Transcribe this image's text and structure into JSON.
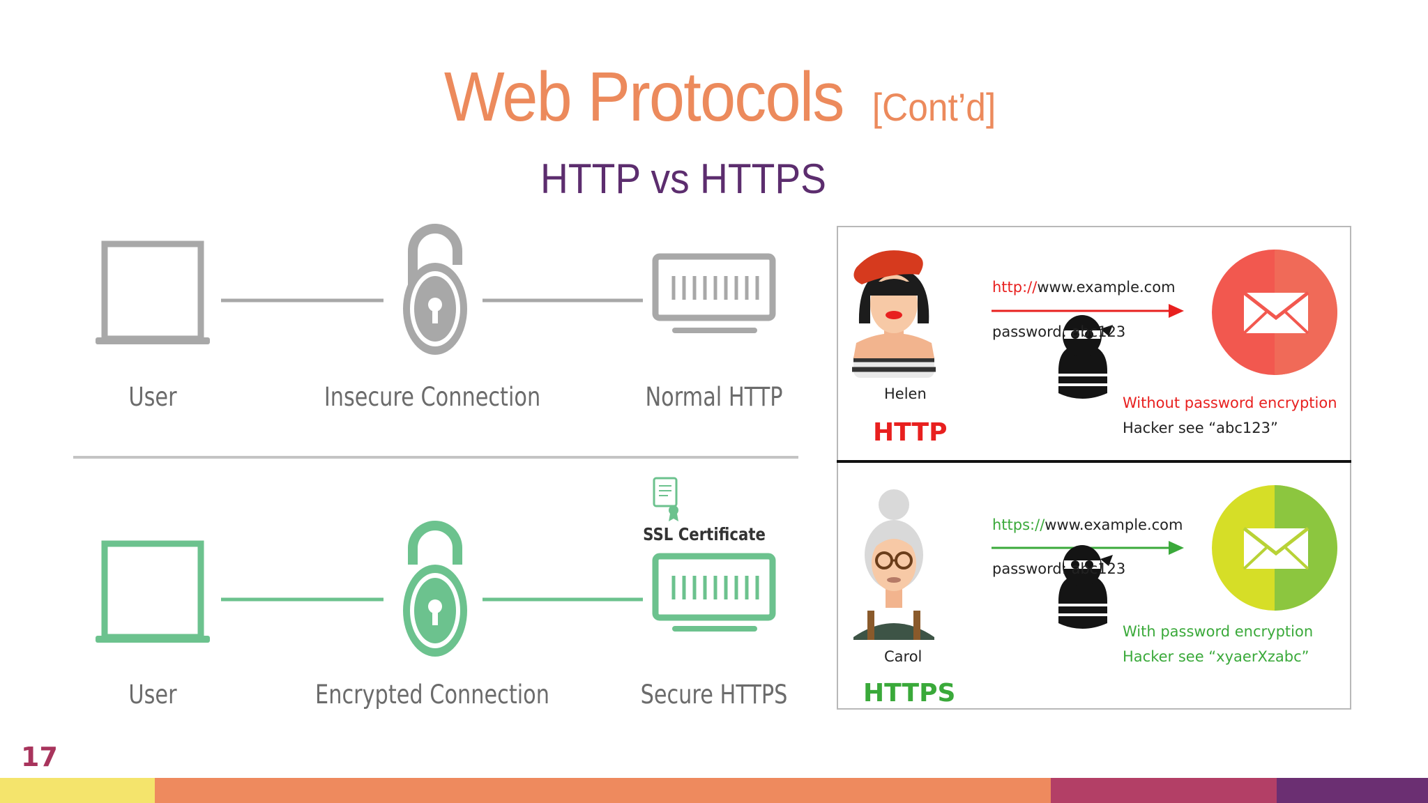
{
  "slide": {
    "title": "Web Protocols",
    "title_suffix": "[Cont’d]",
    "subtitle": "HTTP vs HTTPS",
    "page_number": "17"
  },
  "diagram": {
    "http_row": {
      "user_label": "User",
      "connection_label": "Insecure Connection",
      "server_label": "Normal HTTP",
      "color": "#a8a8a8"
    },
    "https_row": {
      "user_label": "User",
      "connection_label": "Encrypted Connection",
      "server_label": "Secure HTTPS",
      "certificate_label": "SSL Certificate",
      "color": "#6cc28e"
    }
  },
  "panel": {
    "http": {
      "person_name": "Helen",
      "protocol_label": "HTTP",
      "url_prefix": "http://",
      "url_rest": "www.example.com",
      "password_text": "password: abc123",
      "status_text": "Without password encryption",
      "hacker_text": "Hacker see “abc123”",
      "arrow_color": "#e8201f",
      "mail_color": "#f2584f"
    },
    "https": {
      "person_name": "Carol",
      "protocol_label": "HTTPS",
      "url_prefix": "https://",
      "url_rest": "www.example.com",
      "password_text": "password: abc123",
      "status_text": "With password encryption",
      "hacker_text": "Hacker see “xyaerXzabc”",
      "arrow_color": "#3aa93a",
      "mail_color": "#a6cf2f"
    }
  },
  "footer_colors": [
    "#f4e46c",
    "#ee8a5e",
    "#b33f66",
    "#6b2f72"
  ]
}
